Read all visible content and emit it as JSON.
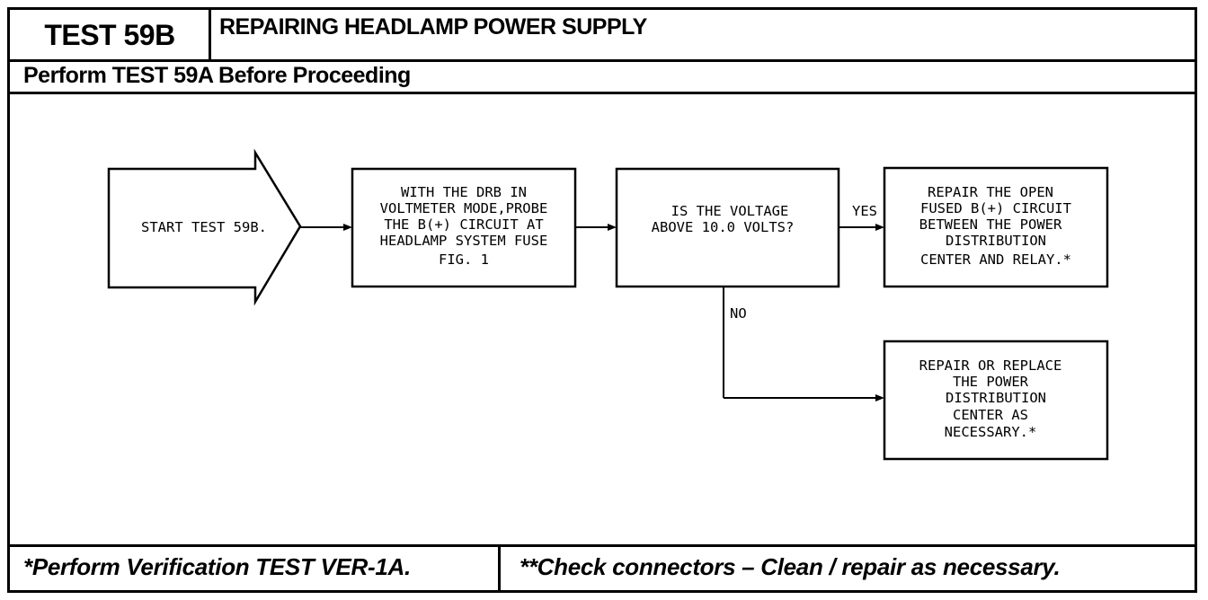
{
  "header": {
    "test_id": "TEST 59B",
    "title": "REPAIRING HEADLAMP POWER SUPPLY",
    "prerequisite": "Perform TEST 59A Before Proceeding"
  },
  "flowchart": {
    "start": "START TEST 59B.",
    "step1": [
      "WITH THE DRB IN",
      "VOLTMETER MODE,PROBE",
      "THE B(+) CIRCUIT AT",
      "HEADLAMP SYSTEM FUSE",
      "FIG. 1"
    ],
    "question": [
      "IS THE VOLTAGE",
      "ABOVE 10.0 VOLTS?"
    ],
    "yes_label": "YES",
    "no_label": "NO",
    "yes_result": [
      "REPAIR THE OPEN",
      "FUSED B(+) CIRCUIT",
      "BETWEEN THE POWER",
      "DISTRIBUTION",
      "CENTER AND RELAY.*"
    ],
    "no_result": [
      "REPAIR OR REPLACE",
      "THE POWER",
      "DISTRIBUTION",
      "CENTER AS",
      "NECESSARY.*"
    ]
  },
  "footer": {
    "left": "*Perform Verification TEST VER-1A.",
    "right": "**Check connectors – Clean / repair as necessary."
  }
}
